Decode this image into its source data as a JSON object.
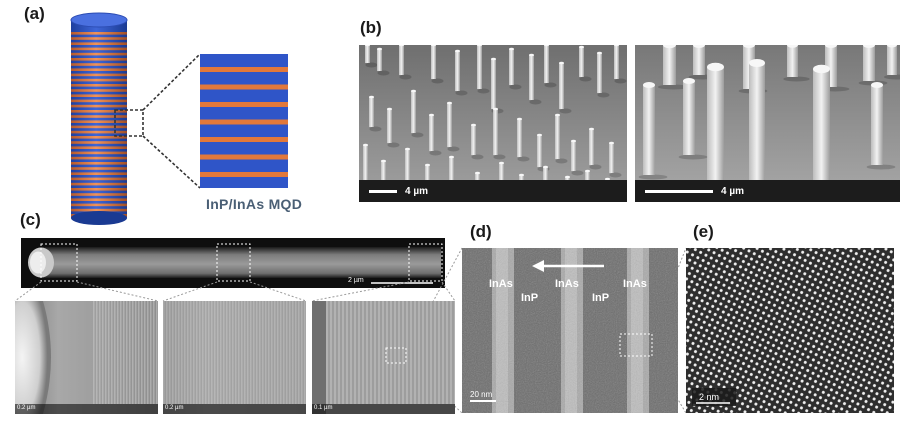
{
  "panels": {
    "a": {
      "label": "(a)",
      "caption": "InP/InAs MQD"
    },
    "b": {
      "label": "(b)",
      "scale_left": "4 µm",
      "scale_right": "4 µm"
    },
    "c": {
      "label": "(c)",
      "scale_top": "2 µm",
      "scale_crop1": "0.2 µm",
      "scale_crop2": "0.2 µm",
      "scale_crop3": "0.1 µm"
    },
    "d": {
      "label": "(d)",
      "layers": [
        "InAs",
        "InP",
        "InAs",
        "InP",
        "InAs"
      ],
      "scale": "20 nm"
    },
    "e": {
      "label": "(e)",
      "scale": "2 nm"
    }
  },
  "colors": {
    "substrate_blue": "#2f55c8",
    "inas_orange": "#e2783a",
    "sem_gray": "#8d8d8d"
  }
}
